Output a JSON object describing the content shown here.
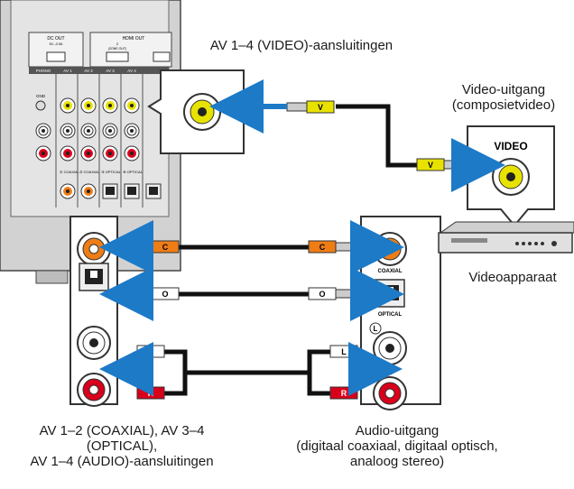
{
  "labels": {
    "av_video_connectors": "AV 1–4 (VIDEO)-aansluitingen",
    "video_output_line1": "Video-uitgang",
    "video_output_line2": "(composietvideo)",
    "video_jack_title": "VIDEO",
    "video_device": "Videoapparaat",
    "receiver_inputs_line1": "AV 1–2 (COAXIAL), AV 3–4",
    "receiver_inputs_line2": "(OPTICAL),",
    "receiver_inputs_line3": "AV 1–4 (AUDIO)-aansluitingen",
    "audio_output_line1": "Audio-uitgang",
    "audio_output_line2": "(digitaal coaxiaal, digitaal optisch,",
    "audio_output_line3": "analoog stereo)",
    "coaxial_label": "COAXIAL",
    "optical_label": "OPTICAL",
    "left_channel": "L",
    "right_channel": "R"
  },
  "receiver_panel": {
    "dc_out": "DC OUT",
    "dc_out_sub": "5V---0.5A",
    "hdmi_out": "HDMI OUT",
    "hdmi_2": "2",
    "hdmi_zone": "(ZONE OUT)",
    "phono": "PHONO",
    "gnd": "GND",
    "av1": "AV 1",
    "av2": "AV 2",
    "av3": "AV 3",
    "av4": "AV 4",
    "coaxial_1": "① COAXIAL",
    "coaxial_2": "② COAXIAL",
    "optical_3": "③ OPTICAL",
    "optical_4": "④ OPTICAL"
  },
  "cables": {
    "video_plug": "V",
    "coaxial_plug": "C",
    "optical_plug": "O",
    "left_plug": "L",
    "right_plug": "R"
  },
  "colors": {
    "video_yellow": "#e8e200",
    "coaxial_orange": "#ef7d16",
    "audio_red": "#d9001b",
    "arrow_blue": "#1d7ac7",
    "panel_gray": "#cfcfcf"
  }
}
